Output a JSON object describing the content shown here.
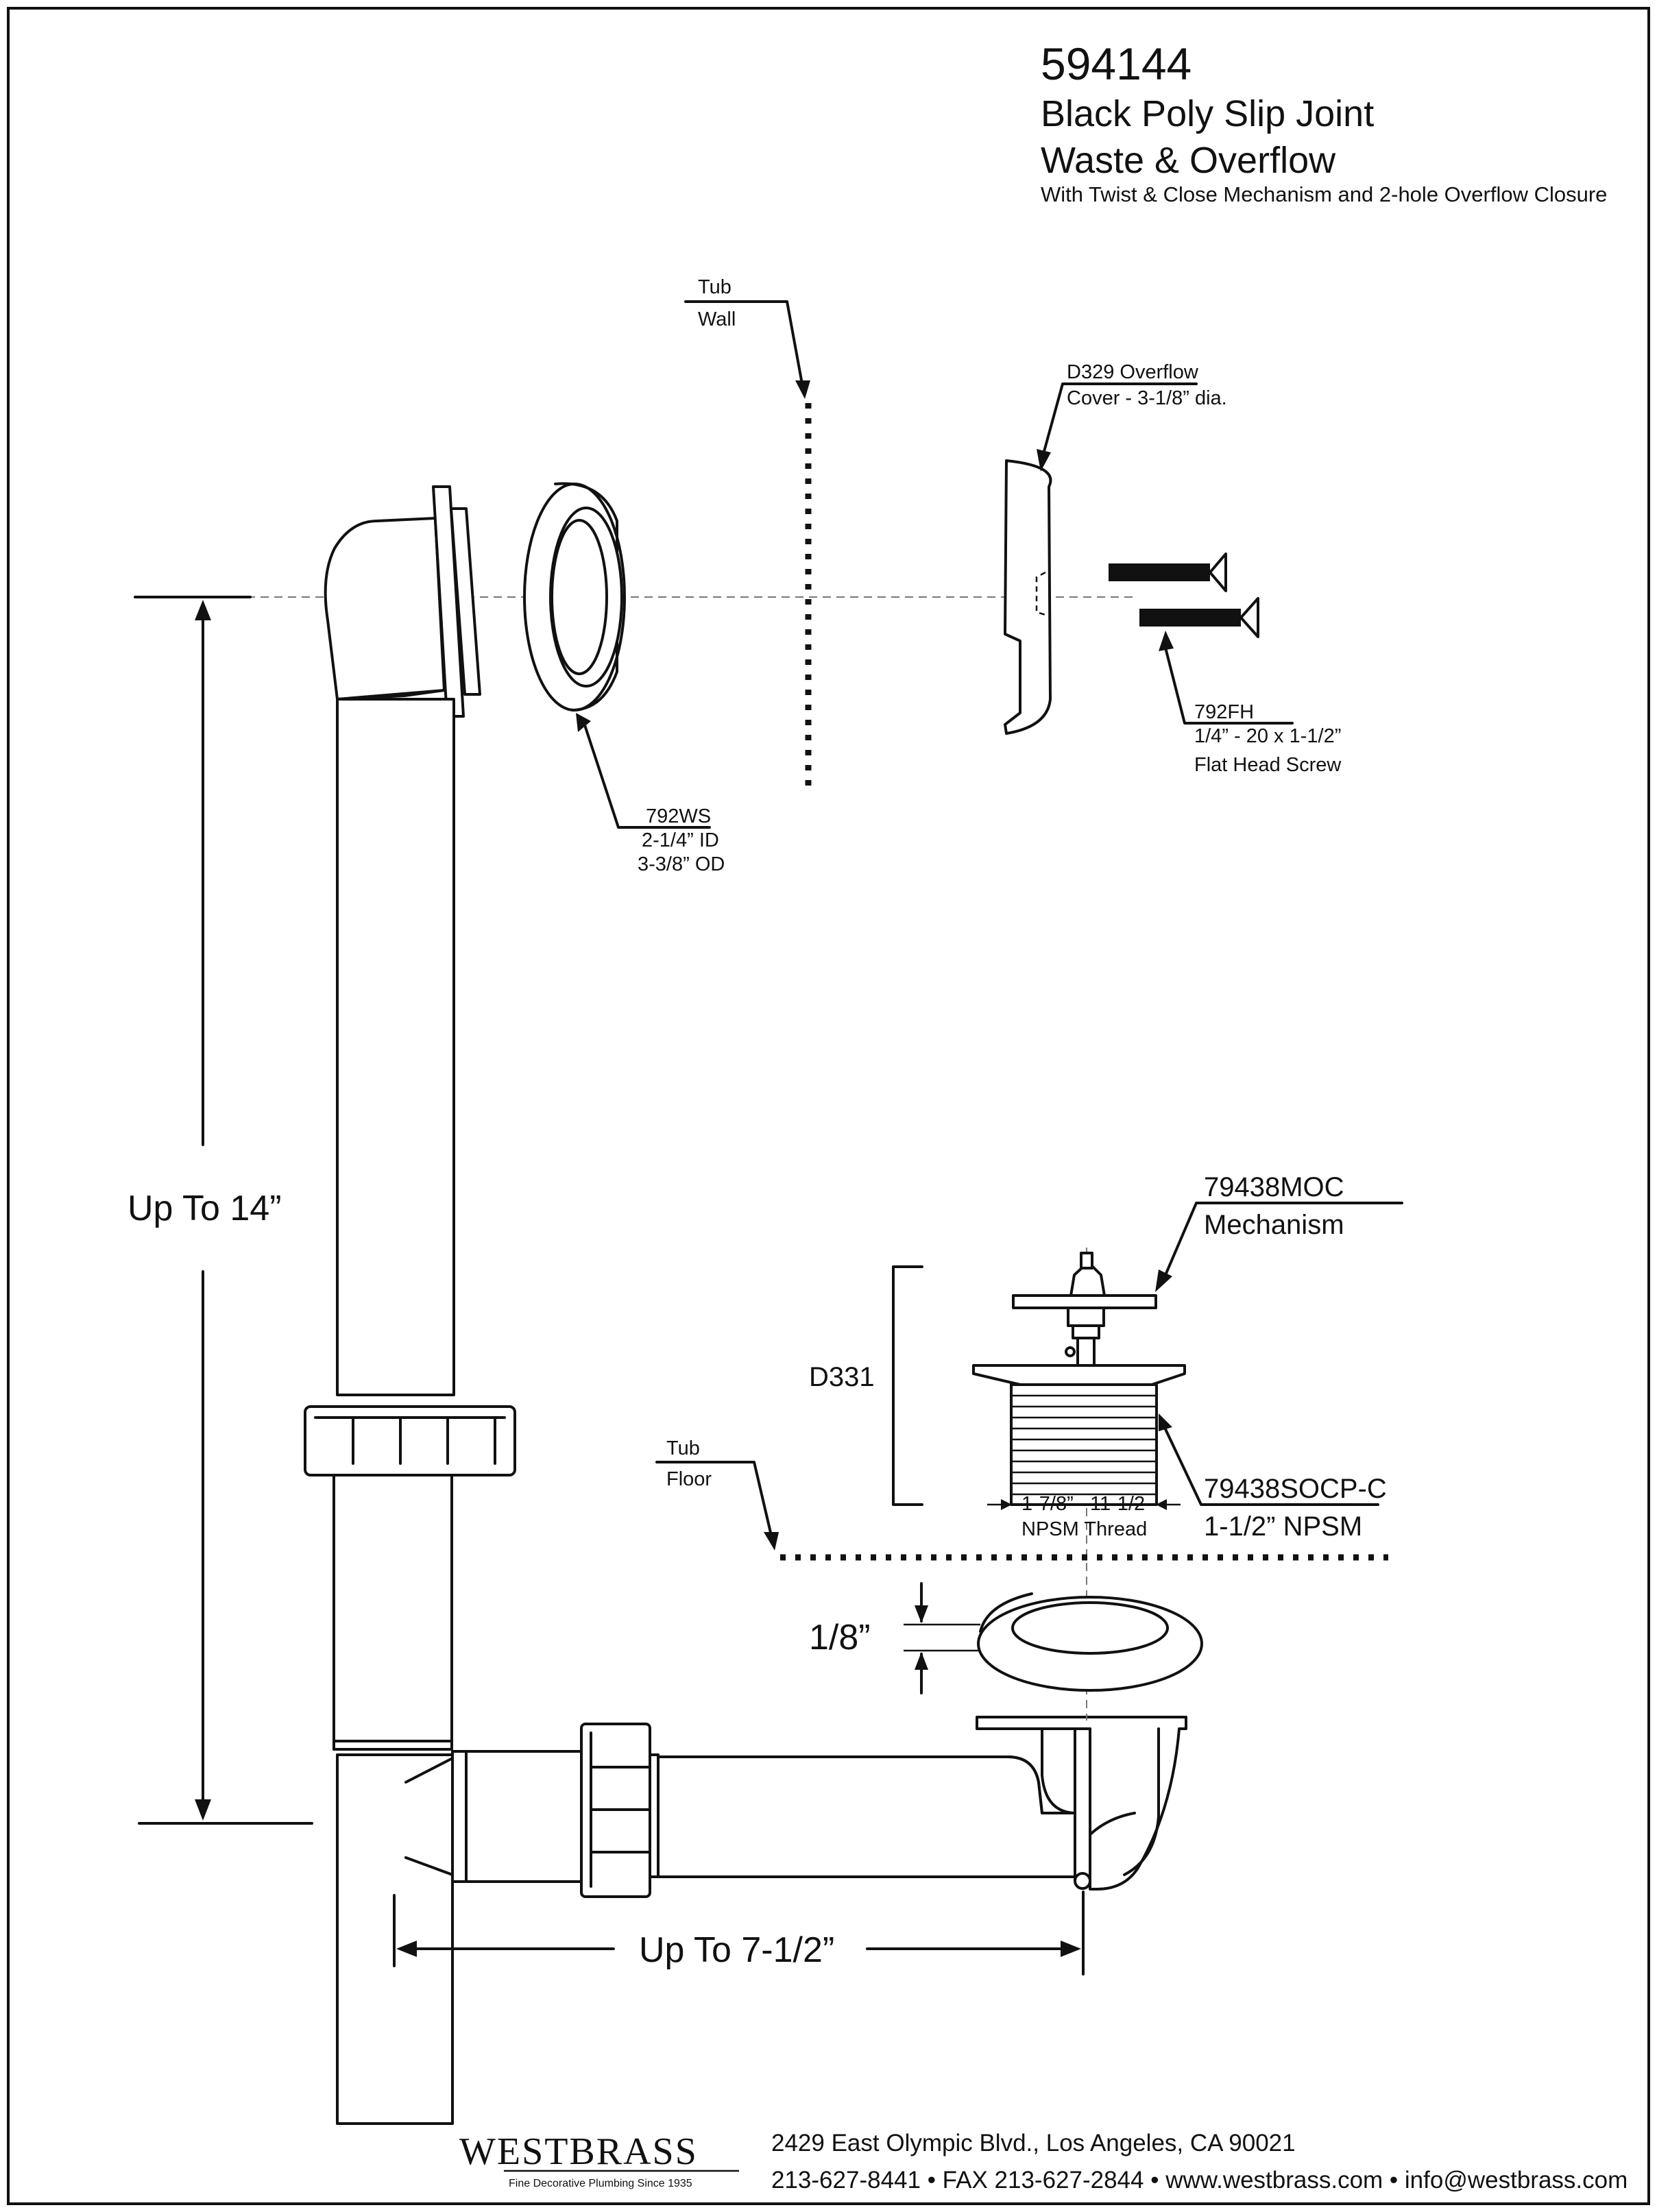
{
  "title": {
    "model": "594144",
    "line1": "Black Poly Slip Joint",
    "line2": "Waste & Overflow",
    "line3": "With Twist & Close Mechanism and 2-hole Overflow Closure"
  },
  "labels": {
    "tub_wall_1": "Tub",
    "tub_wall_2": "Wall",
    "d329_1": "D329 Overflow",
    "d329_2": "Cover - 3-1/8” dia.",
    "ws_1": "792WS",
    "ws_2": "2-1/4” ID",
    "ws_3": "3-3/8” OD",
    "fh_1": "792FH",
    "fh_2": "1/4” - 20 x 1-1/2”",
    "fh_3": "Flat Head Screw",
    "moc_1": "79438MOC",
    "moc_2": "Mechanism",
    "d331": "D331",
    "socp_1": "79438SOCP-C",
    "socp_2": "1-1/2” NPSM",
    "thread_a": "1-7/8”",
    "thread_b": "11-1/2",
    "thread_c": "NPSM Thread",
    "tub_floor_1": "Tub",
    "tub_floor_2": "Floor",
    "gasket": "1/8”",
    "height": "Up To 14”",
    "width": "Up To 7-1/2”"
  },
  "footer": {
    "brand": "WESTBRASS",
    "tagline": "Fine Decorative Plumbing Since 1935",
    "address": "2429 East Olympic Blvd., Los Angeles, CA  90021",
    "contact": "213-627-8441 • FAX 213-627-2844 • www.westbrass.com • info@westbrass.com"
  }
}
